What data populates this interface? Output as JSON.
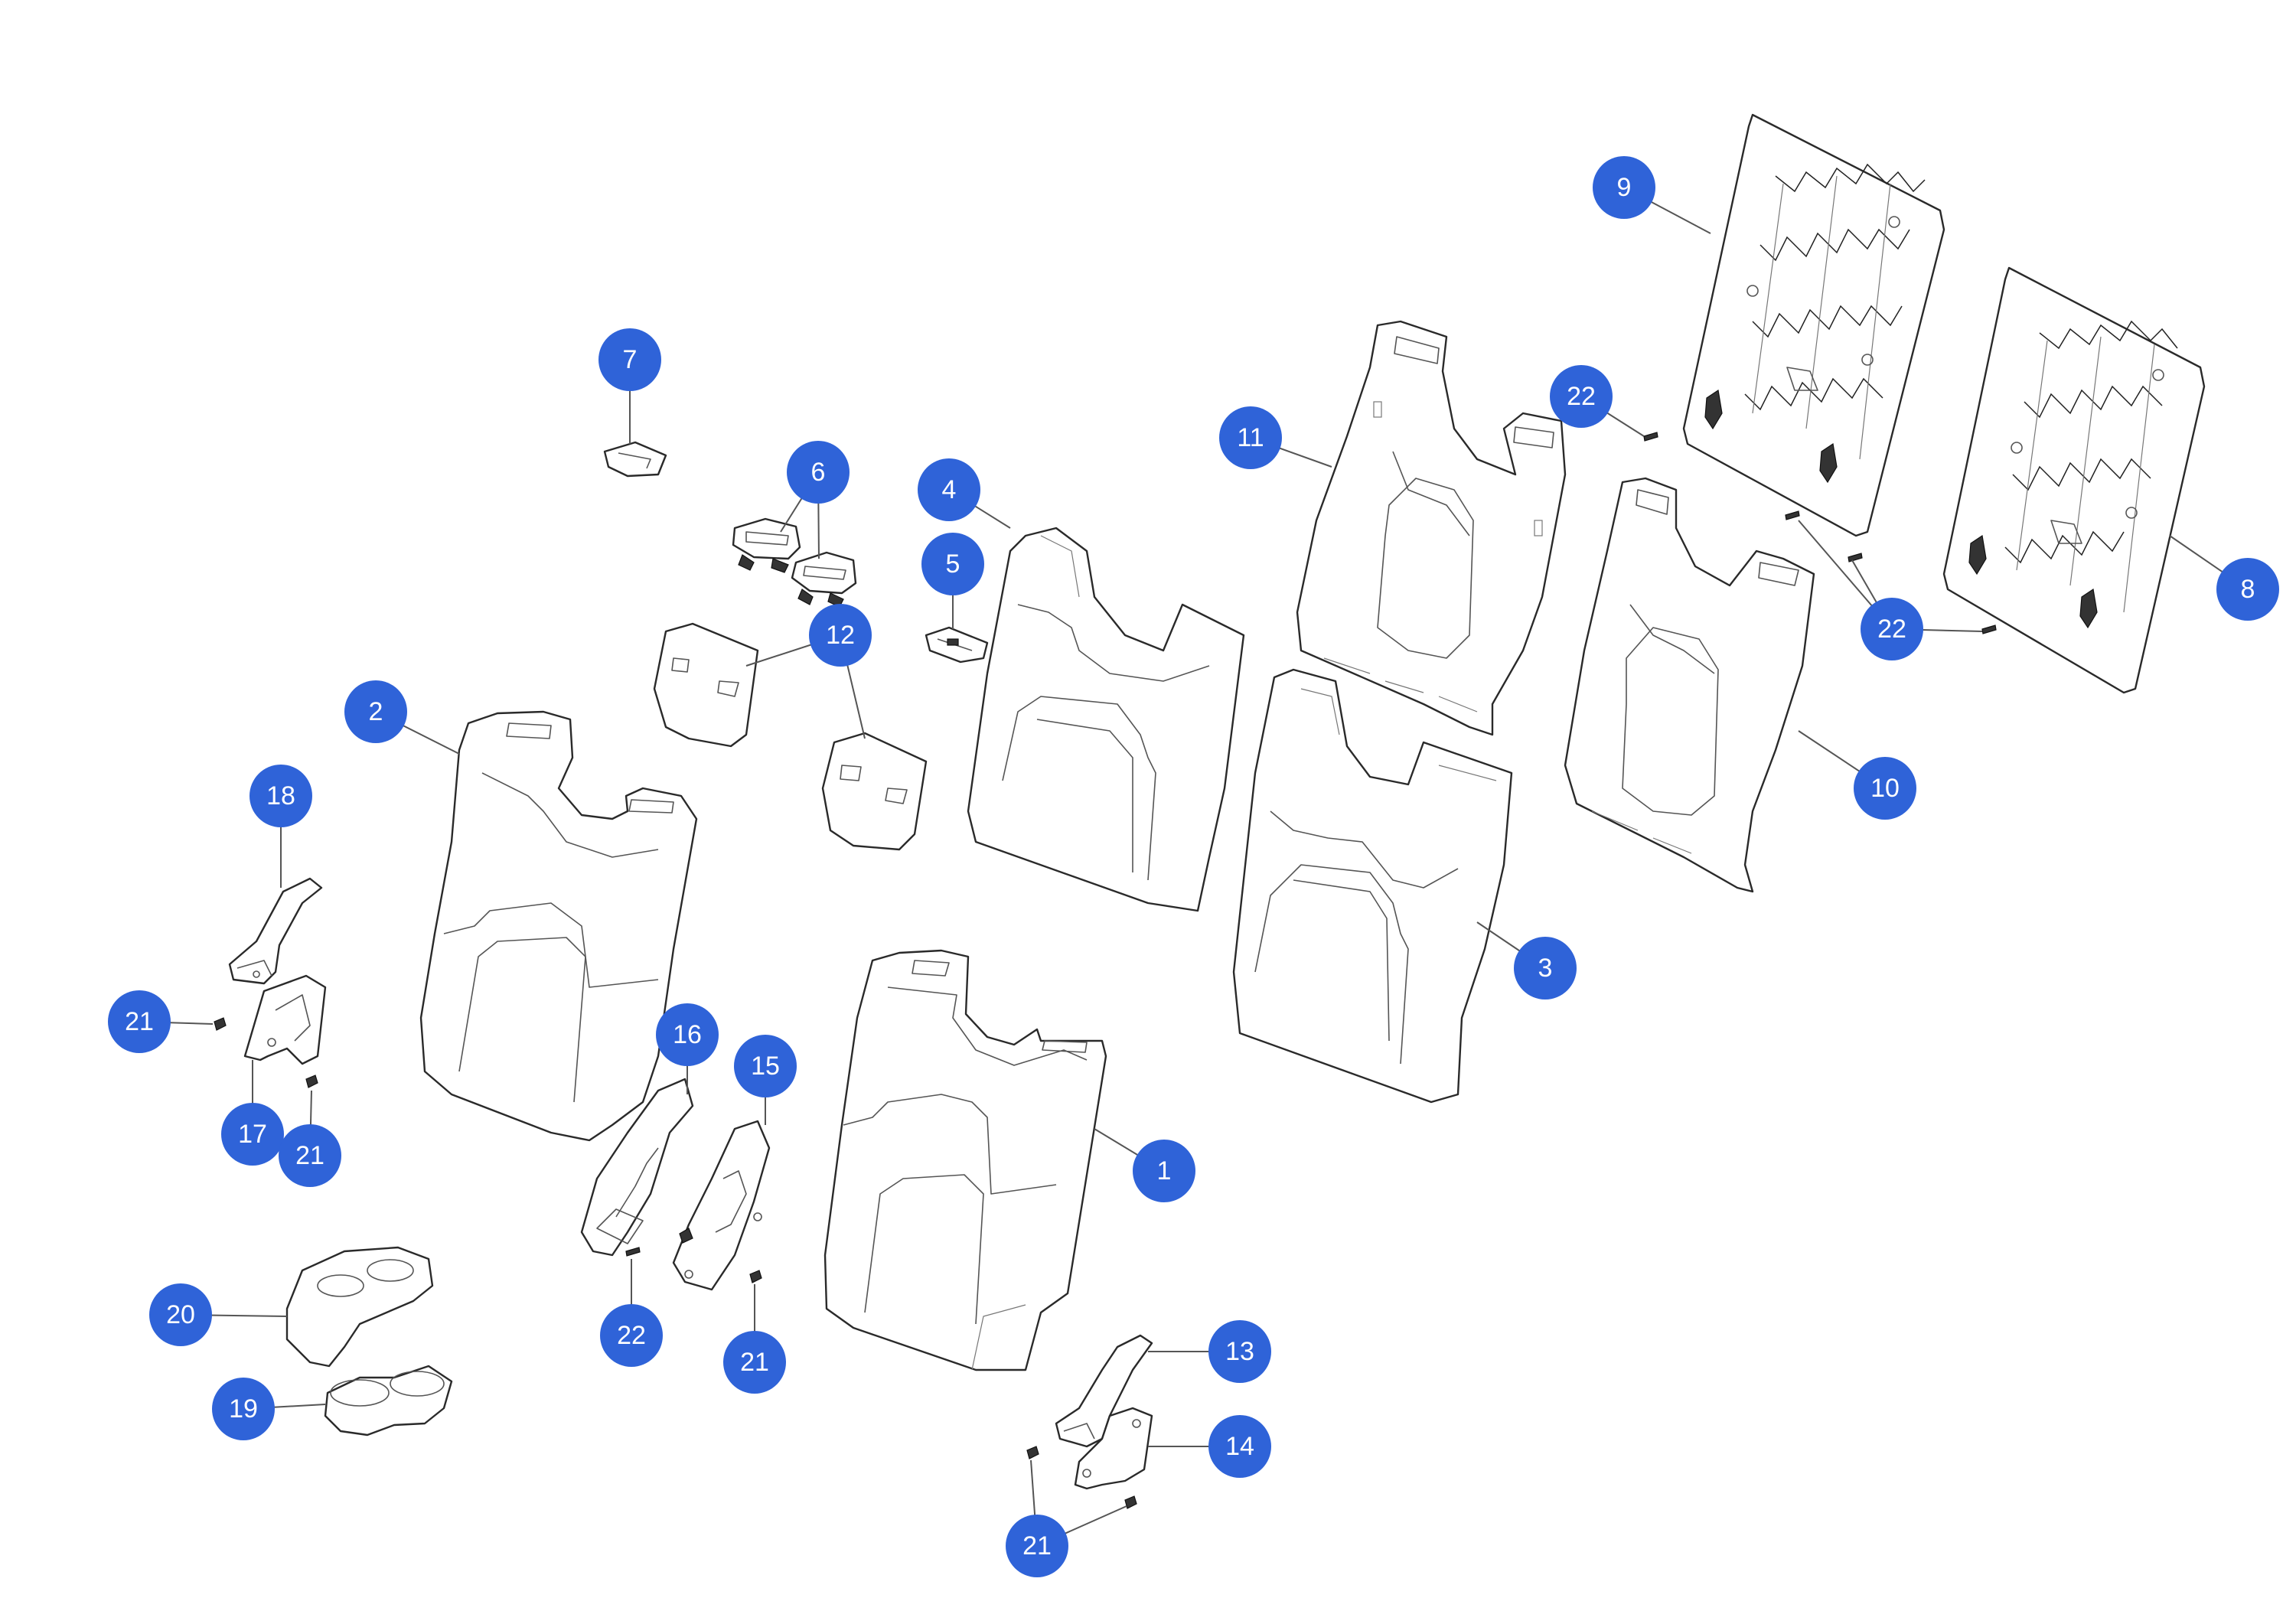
{
  "colors": {
    "callout_fill": "#2f63d8",
    "callout_text": "#ffffff",
    "line": "#2a2a2a"
  },
  "callouts": [
    {
      "id": "c1",
      "label": "1"
    },
    {
      "id": "c2",
      "label": "2"
    },
    {
      "id": "c3",
      "label": "3"
    },
    {
      "id": "c4",
      "label": "4"
    },
    {
      "id": "c5",
      "label": "5"
    },
    {
      "id": "c6",
      "label": "6"
    },
    {
      "id": "c7",
      "label": "7"
    },
    {
      "id": "c8",
      "label": "8"
    },
    {
      "id": "c9",
      "label": "9"
    },
    {
      "id": "c10",
      "label": "10"
    },
    {
      "id": "c11",
      "label": "11"
    },
    {
      "id": "c12",
      "label": "12"
    },
    {
      "id": "c13",
      "label": "13"
    },
    {
      "id": "c14",
      "label": "14"
    },
    {
      "id": "c15",
      "label": "15"
    },
    {
      "id": "c16",
      "label": "16"
    },
    {
      "id": "c17",
      "label": "17"
    },
    {
      "id": "c18",
      "label": "18"
    },
    {
      "id": "c19",
      "label": "19"
    },
    {
      "id": "c20",
      "label": "20"
    },
    {
      "id": "c21a",
      "label": "21"
    },
    {
      "id": "c21b",
      "label": "21"
    },
    {
      "id": "c21c",
      "label": "21"
    },
    {
      "id": "c21d",
      "label": "21"
    },
    {
      "id": "c22a",
      "label": "22"
    },
    {
      "id": "c22b",
      "label": "22"
    },
    {
      "id": "c22c",
      "label": "22"
    }
  ]
}
